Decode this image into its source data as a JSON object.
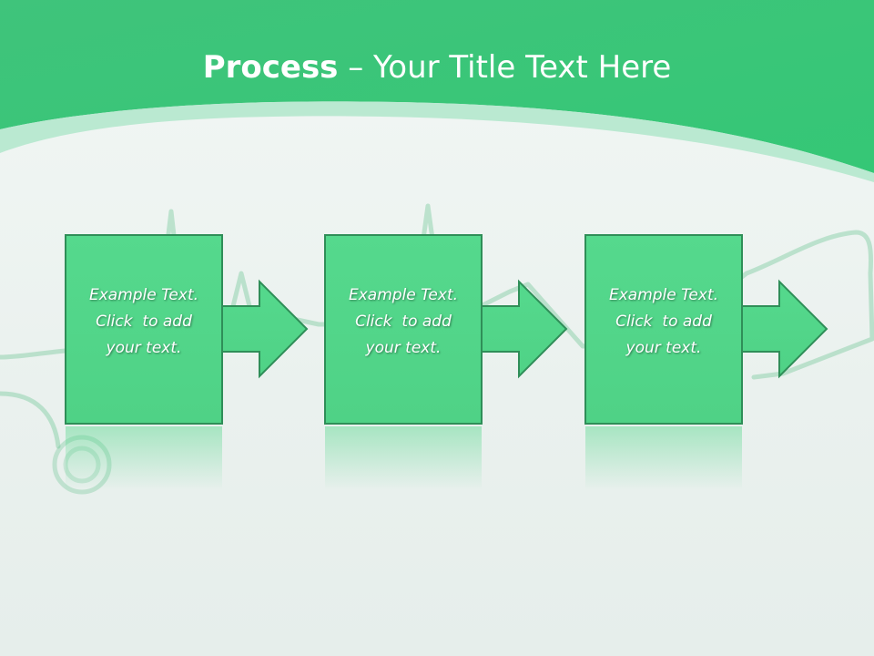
{
  "slide": {
    "title_bold": "Process",
    "title_rest": " – Your Title Text Here"
  },
  "colors": {
    "header_green": "#3cc678",
    "box_fill": "#52d68a",
    "box_border": "#2f8e58"
  },
  "steps": [
    {
      "line1": "Example Text.",
      "line2": "Click  to add",
      "line3": "your text."
    },
    {
      "line1": "Example Text.",
      "line2": "Click  to add",
      "line3": "your text."
    },
    {
      "line1": "Example Text.",
      "line2": "Click  to add",
      "line3": "your text."
    }
  ]
}
